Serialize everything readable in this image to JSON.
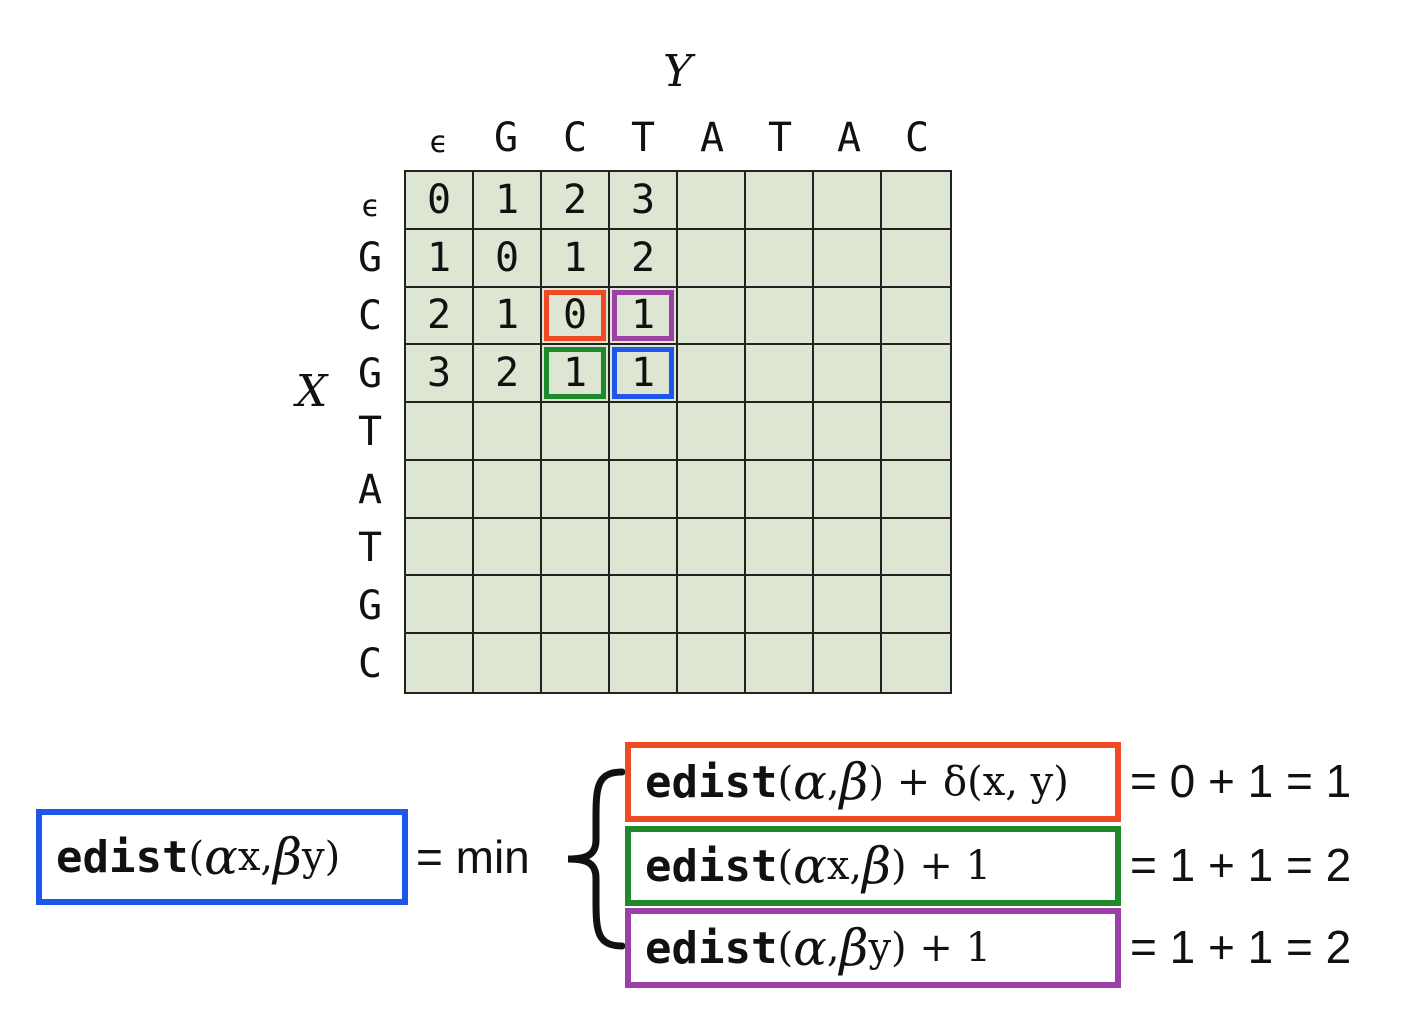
{
  "matrix": {
    "y_label": "Y",
    "x_label": "X",
    "columns": [
      "ϵ",
      "G",
      "C",
      "T",
      "A",
      "T",
      "A",
      "C"
    ],
    "rows": [
      "ϵ",
      "G",
      "C",
      "G",
      "T",
      "A",
      "T",
      "G",
      "C"
    ],
    "values": [
      [
        "0",
        "1",
        "2",
        "3",
        "",
        "",
        "",
        ""
      ],
      [
        "1",
        "0",
        "1",
        "2",
        "",
        "",
        "",
        ""
      ],
      [
        "2",
        "1",
        "0",
        "1",
        "",
        "",
        "",
        ""
      ],
      [
        "3",
        "2",
        "1",
        "1",
        "",
        "",
        "",
        ""
      ],
      [
        "",
        "",
        "",
        "",
        "",
        "",
        "",
        ""
      ],
      [
        "",
        "",
        "",
        "",
        "",
        "",
        "",
        ""
      ],
      [
        "",
        "",
        "",
        "",
        "",
        "",
        "",
        ""
      ],
      [
        "",
        "",
        "",
        "",
        "",
        "",
        "",
        ""
      ],
      [
        "",
        "",
        "",
        "",
        "",
        "",
        "",
        ""
      ]
    ],
    "highlights": [
      {
        "row": 2,
        "col": 2,
        "color": "#f04a24"
      },
      {
        "row": 2,
        "col": 3,
        "color": "#9c3fa6"
      },
      {
        "row": 3,
        "col": 2,
        "color": "#1f8a2c"
      },
      {
        "row": 3,
        "col": 3,
        "color": "#1f55e8"
      }
    ]
  },
  "formula": {
    "lhs": {
      "fn": "edist",
      "open": "(",
      "a": "α",
      "x": "x, ",
      "b": "β",
      "y": "y",
      "close": ")",
      "color": "#1f55e8"
    },
    "equals_min": "= min",
    "cases": [
      {
        "fn": "edist",
        "open": "(",
        "a": "α",
        "mid": ", ",
        "b": "β",
        "tail": ") + δ(x, y)",
        "result": "= 0 + 1 = 1",
        "color": "#f04a24"
      },
      {
        "fn": "edist",
        "open": "(",
        "a": "α",
        "mid": "x, ",
        "b": "β",
        "tail": ") + 1",
        "result": "= 1 + 1 = 2",
        "color": "#1f8a2c"
      },
      {
        "fn": "edist",
        "open": "(",
        "a": "α",
        "mid": ", ",
        "b": "β",
        "tail": "y) + 1",
        "result": "= 1 + 1 = 2",
        "color": "#9c3fa6"
      }
    ]
  }
}
